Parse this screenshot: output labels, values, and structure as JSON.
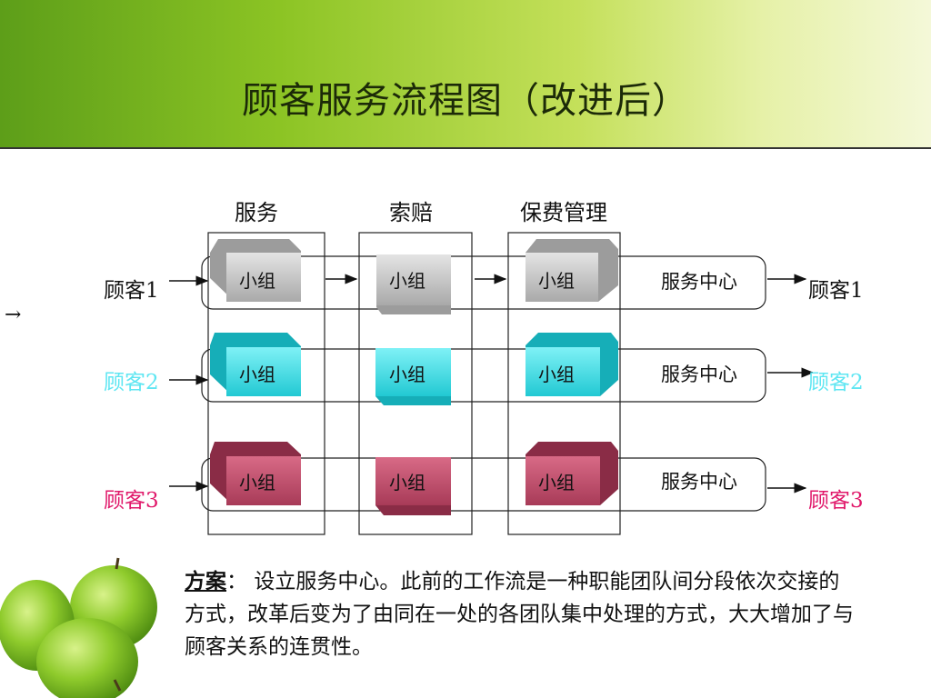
{
  "slide": {
    "title": "顾客服务流程图（改进后）",
    "columns": [
      "服务",
      "索赔",
      "保费管理"
    ],
    "rows": [
      {
        "customer_in": "顾客1",
        "customer_out": "顾客1",
        "center": "服务中心",
        "color": "#111111",
        "box_color": "#c2c2c2"
      },
      {
        "customer_in": "顾客2",
        "customer_out": "顾客2",
        "center": "服务中心",
        "color": "#5ee6f2",
        "box_color": "#3fe3eb"
      },
      {
        "customer_in": "顾客3",
        "customer_out": "顾客3",
        "center": "服务中心",
        "color": "#e0186a",
        "box_color": "#c9516f"
      }
    ],
    "group_label": "小组",
    "stray_arrow": "→",
    "description": {
      "lead": "方案",
      "colon": "：",
      "text": "设立服务中心。此前的工作流是一种职能团队间分段依次交接的方式，改革后变为了由同在一处的各团队集中处理的方式，大大增加了与顾客关系的连贯性。"
    }
  }
}
